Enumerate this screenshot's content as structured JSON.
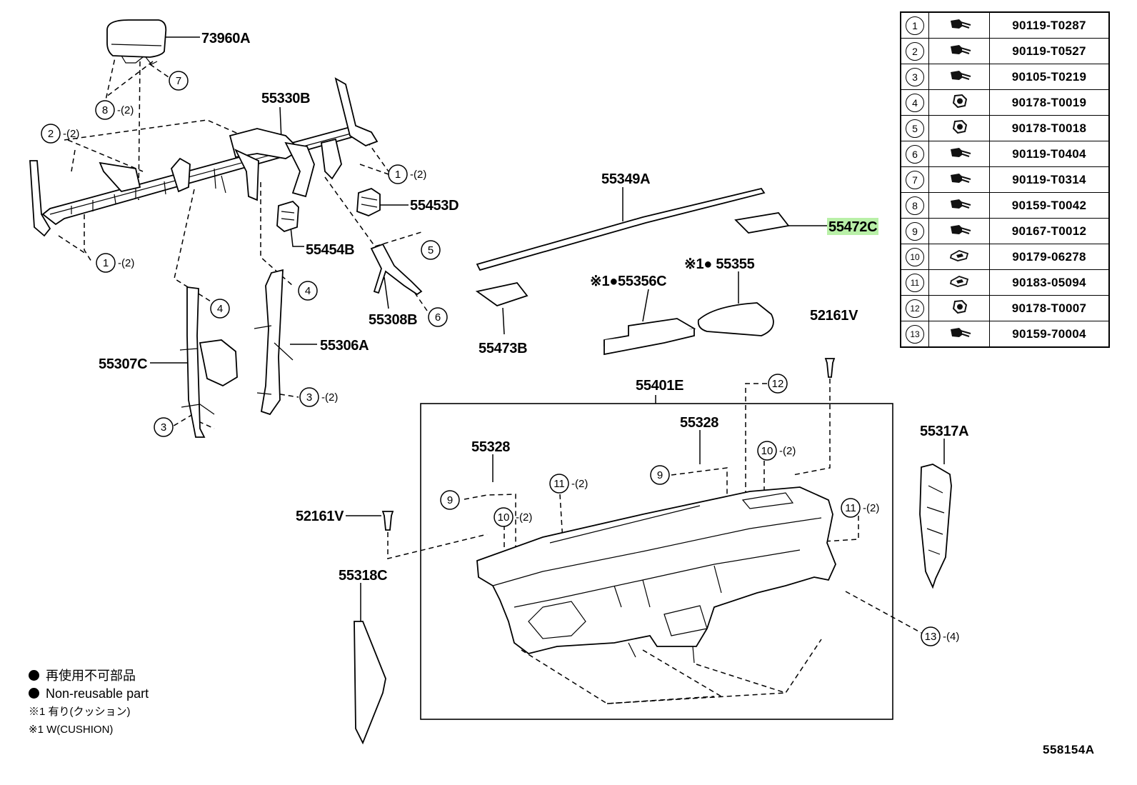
{
  "diagram": {
    "part_labels": {
      "p73960A": "73960A",
      "p55330B": "55330B",
      "p55453D": "55453D",
      "p55454B": "55454B",
      "p55308B": "55308B",
      "p55306A": "55306A",
      "p55307C": "55307C",
      "p55349A": "55349A",
      "p55472C": "55472C",
      "p55356C": "※1●55356C",
      "p55355": "※1● 55355",
      "p55473B": "55473B",
      "p52161V_top": "52161V",
      "p55401E": "55401E",
      "p55328_left": "55328",
      "p55328_right": "55328",
      "p55317A": "55317A",
      "p52161V_left": "52161V",
      "p55318C": "55318C"
    },
    "highlighted_part": "55472C",
    "highlight_color": "#b9f0a8",
    "callouts": {
      "c7": "7",
      "c8": "8",
      "c2": "2",
      "c1a": "1",
      "c1b": "1",
      "c5": "5",
      "c6": "6",
      "c4a": "4",
      "c4b": "4",
      "c3a": "3",
      "c3b": "3",
      "c12": "12",
      "c10a": "10",
      "c10b": "10",
      "c9a": "9",
      "c9b": "9",
      "c11a": "11",
      "c11b": "11",
      "c13": "13"
    },
    "quantities": {
      "q8": "-(2)",
      "q2": "-(2)",
      "q1a": "-(2)",
      "q1b": "-(2)",
      "q3b": "-(2)",
      "q10a": "-(2)",
      "q10b": "-(2)",
      "q11a": "-(2)",
      "q11b": "-(2)",
      "q13": "-(4)"
    }
  },
  "legend": {
    "rows": [
      {
        "num": "1",
        "icon": "bolt-icon",
        "part": "90119-T0287"
      },
      {
        "num": "2",
        "icon": "bolt-icon",
        "part": "90119-T0527"
      },
      {
        "num": "3",
        "icon": "bolt-icon",
        "part": "90105-T0219"
      },
      {
        "num": "4",
        "icon": "nut-icon",
        "part": "90178-T0019"
      },
      {
        "num": "5",
        "icon": "nut-icon",
        "part": "90178-T0018"
      },
      {
        "num": "6",
        "icon": "bolt-icon",
        "part": "90119-T0404"
      },
      {
        "num": "7",
        "icon": "bolt-icon",
        "part": "90119-T0314"
      },
      {
        "num": "8",
        "icon": "bolt-icon",
        "part": "90159-T0042"
      },
      {
        "num": "9",
        "icon": "bolt-icon",
        "part": "90167-T0012"
      },
      {
        "num": "10",
        "icon": "clip-icon",
        "part": "90179-06278"
      },
      {
        "num": "11",
        "icon": "clip-icon",
        "part": "90183-05094"
      },
      {
        "num": "12",
        "icon": "nut-icon",
        "part": "90178-T0007"
      },
      {
        "num": "13",
        "icon": "bolt-icon",
        "part": "90159-70004"
      }
    ]
  },
  "notes": {
    "nonreusable_jp": "再使用不可部品",
    "nonreusable_en": "Non-reusable part",
    "cushion_jp": "※1 有り(クッション)",
    "cushion_en": "※1 W(CUSHION)"
  },
  "illustration_code": "558154A"
}
